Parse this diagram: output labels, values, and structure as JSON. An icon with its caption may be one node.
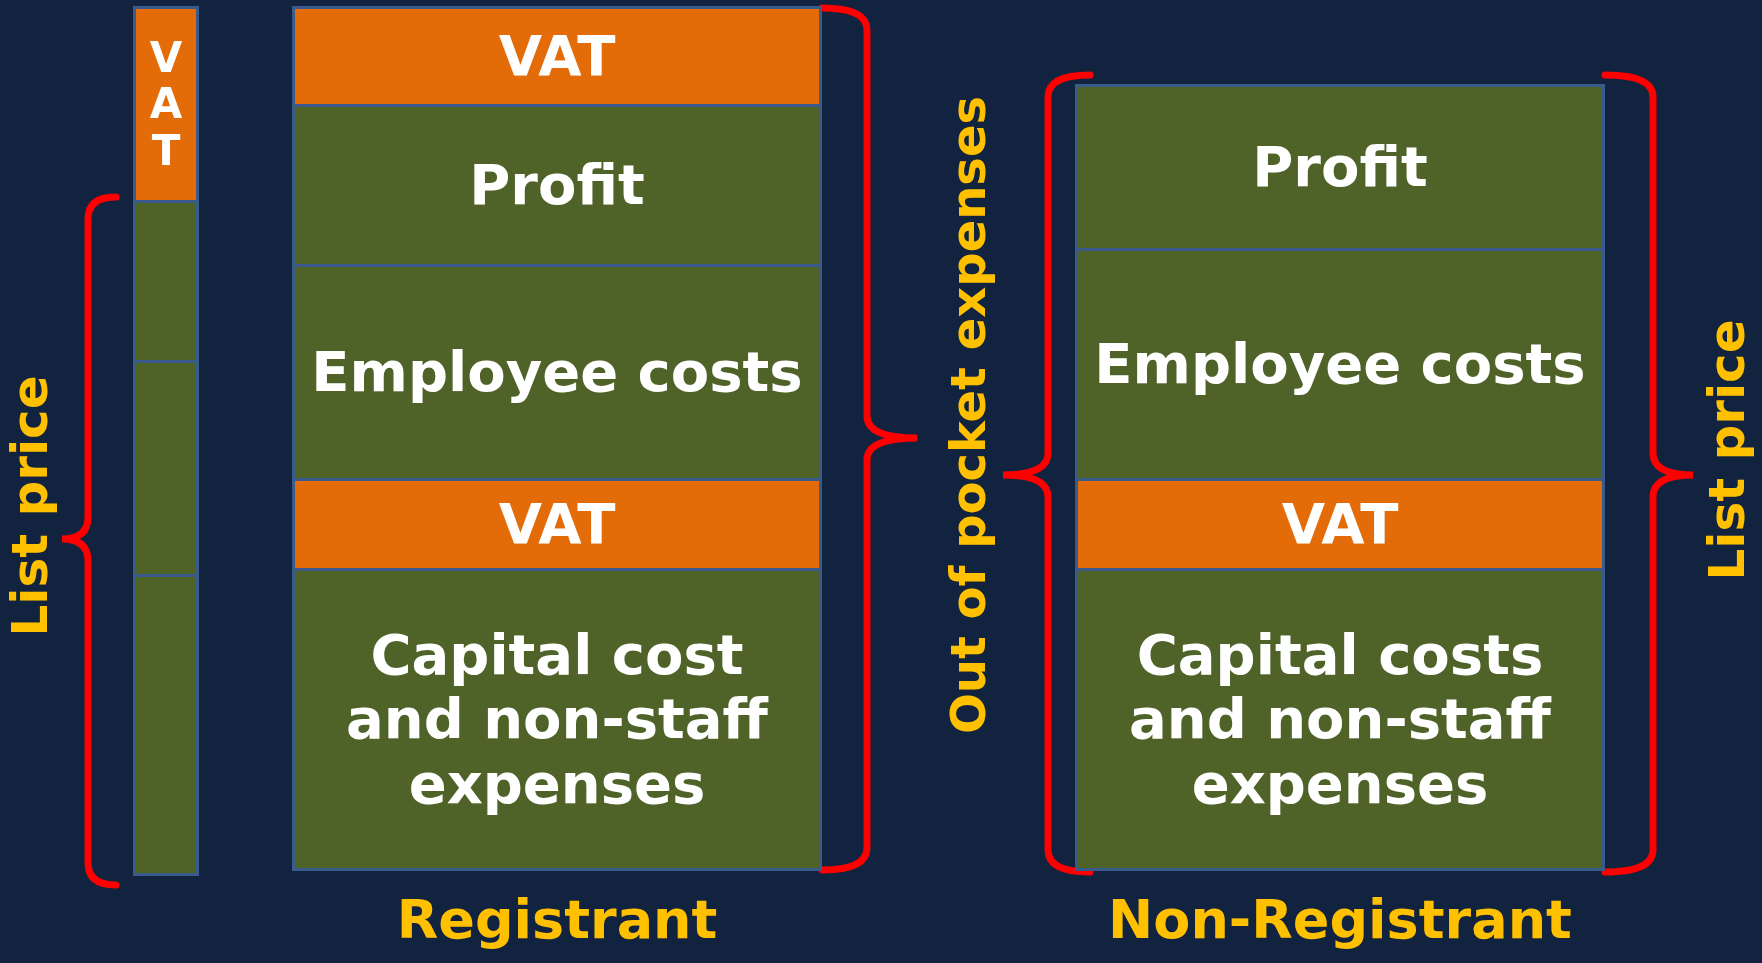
{
  "diagram": {
    "nodes": [
      {
        "text": [],
        "shape": "bar"
      },
      {
        "text": [
          "VAT"
        ],
        "in": 0
      },
      {
        "text": [],
        "shape": "box",
        "in": 0
      },
      {
        "text": [],
        "shape": "box",
        "in": 0
      },
      {
        "text": [],
        "shape": "box",
        "in": 0
      },
      {
        "text": [
          "Registrant"
        ]
      },
      {
        "text": [
          "VAT"
        ],
        "in": 5
      },
      {
        "text": [
          "Profit"
        ],
        "in": 5
      },
      {
        "text": [
          "Employee costs"
        ],
        "in": 5
      },
      {
        "text": [
          "VAT"
        ],
        "in": 5
      },
      {
        "text": [
          "Capital cost and non-staff expenses"
        ],
        "in": 5
      },
      {
        "text": [
          "Non-Registrant"
        ]
      },
      {
        "text": [
          "Profit"
        ],
        "in": 11
      },
      {
        "text": [
          "Employee costs"
        ],
        "in": 11
      },
      {
        "text": [
          "VAT"
        ],
        "in": 11
      },
      {
        "text": [
          "Capital costs and non-staff expenses"
        ],
        "in": 11
      }
    ],
    "labels": [
      "List price",
      "Out of pocket expenses",
      "List price"
    ]
  }
}
